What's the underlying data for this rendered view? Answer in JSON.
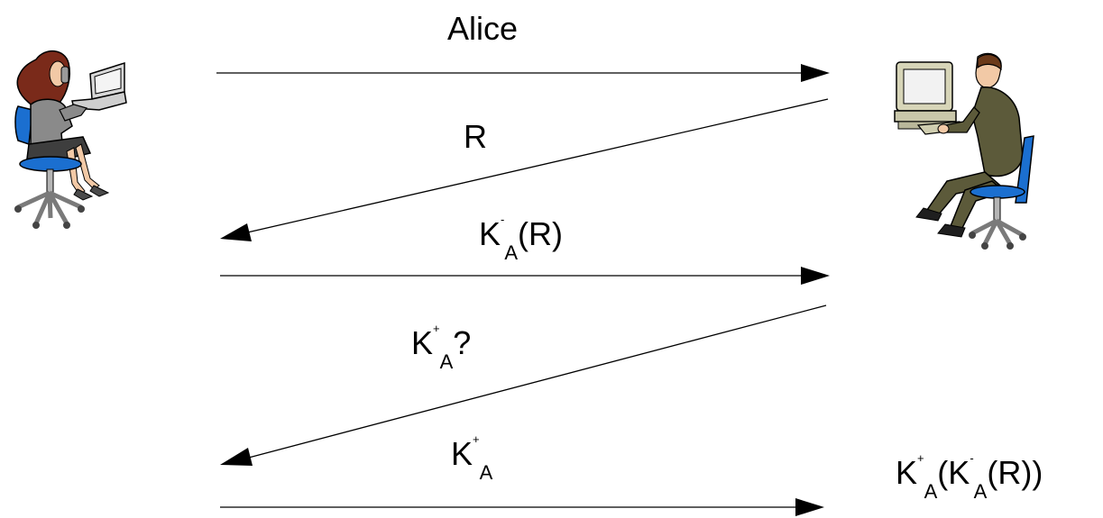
{
  "messages": {
    "m1": {
      "text": "Alice"
    },
    "m2": {
      "text": "R"
    },
    "m3": {
      "base": "K",
      "sup": "-",
      "sub": "A",
      "rest": "(R)"
    },
    "m4": {
      "base": "K",
      "sup": "+",
      "sub": "A",
      "rest": "?"
    },
    "m5": {
      "base": "K",
      "sup": "+",
      "sub": "A"
    },
    "result": {
      "base1": "K",
      "sup1": "+",
      "sub1": "A",
      "open": "(",
      "base2": "K",
      "sup2": "-",
      "sub2": "A",
      "rest": "(R))"
    }
  },
  "icons": {
    "left": "woman-at-laptop-icon",
    "right": "man-at-desktop-computer-icon"
  },
  "colors": {
    "line": "#000000",
    "suit": "#5c5a3a",
    "chair": "#1b6fd0",
    "dress": "#8a8a8a",
    "hair": "#7a2a1a"
  }
}
